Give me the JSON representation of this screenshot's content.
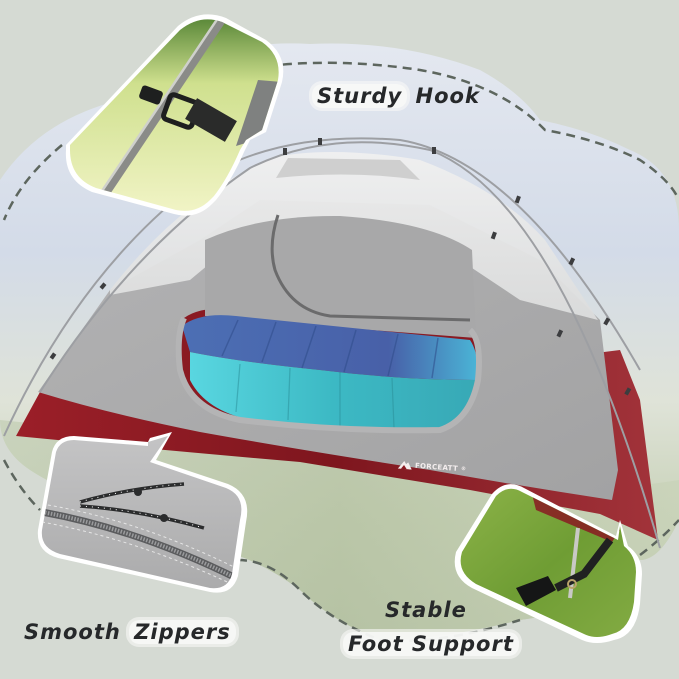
{
  "image": {
    "type": "product-feature-infographic",
    "subject": "dome camping tent with sleeping bag inside",
    "colors": {
      "background": "#d5dad3",
      "sky_panel": "#dde3ec",
      "tent_body": "#a9a9aa",
      "tent_mesh": "#e9eaea",
      "rainfly_red": "#8a1a22",
      "sleeping_bag_blue": "#4d6cb0",
      "sleeping_bag_teal": "#3fc0cc",
      "dashed_line": "#5d665e",
      "label_text": "#26282a",
      "label_chip": "#f8f9f7"
    }
  },
  "brand": {
    "logo_icon": "mountain-logo-icon",
    "name": "FORCEATT",
    "mark": "®"
  },
  "callouts": [
    {
      "id": "hook",
      "label_parts": [
        "Sturdy",
        "Hook"
      ],
      "highlighted_part": "Sturdy",
      "image": "tent pole with black plastic hook and strap"
    },
    {
      "id": "zipper",
      "label_parts": [
        "Smooth",
        "Zippers"
      ],
      "highlighted_part": "Zippers",
      "image": "grey fabric zipper with reflective cord pulls"
    },
    {
      "id": "foot",
      "label_parts": [
        "Stable",
        "Foot Support"
      ],
      "highlighted_part": "Foot Support",
      "image": "stake through foot strap buckle on grass"
    }
  ]
}
